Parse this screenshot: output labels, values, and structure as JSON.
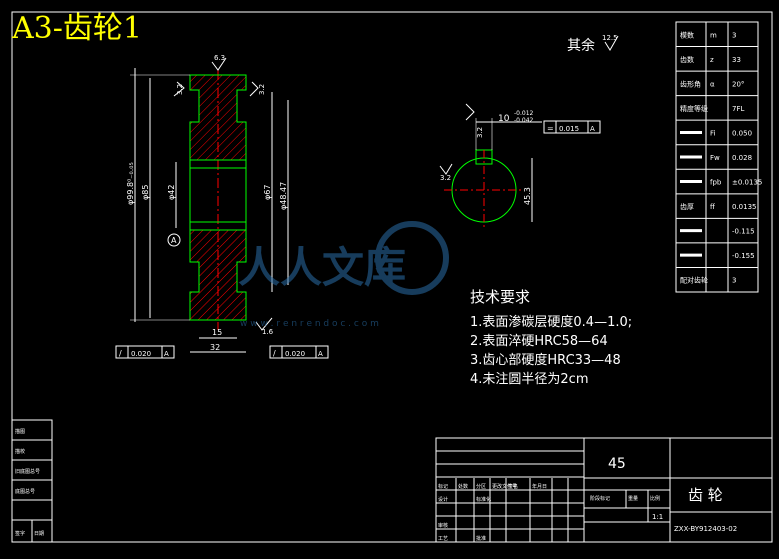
{
  "drawing": {
    "title": "A3-齿轮1",
    "surface_rest": "其余",
    "surface_rest_ra": "12.5",
    "watermark": "人人文库",
    "watermark_url": "w w w . r e n r e n d o c . c o m"
  },
  "front_view": {
    "dim_outer": "φ99.8⁰₋₀.₀₅",
    "dim_hub": "φ85",
    "dim_bore": "φ42",
    "dim_inner": "φ67",
    "dim_rim": "φ48.47",
    "dim_web": "15",
    "dim_width": "32",
    "ra_top": "6.3",
    "ra_left": "3.2",
    "ra_right": "3.2",
    "ra_bottom": "1.6",
    "datum": "A",
    "tol_left_sym": "/",
    "tol_left_val": "0.020",
    "tol_left_ref": "A",
    "tol_right_sym": "/",
    "tol_right_val": "0.020",
    "tol_right_ref": "A"
  },
  "section_view": {
    "keyway_width": "10",
    "keyway_tol_upper": "-0.012",
    "keyway_tol_lower": "-0.042",
    "keyway_depth": "45.3",
    "ra_key": "3.2",
    "ra_side": "3.2",
    "tol_sym": "=",
    "tol_val": "0.015",
    "tol_ref": "A"
  },
  "parameter_table": [
    {
      "label": "模数",
      "sym": "m",
      "value": "3"
    },
    {
      "label": "齿数",
      "sym": "z",
      "value": "33"
    },
    {
      "label": "齿形角",
      "sym": "α",
      "value": "20°"
    },
    {
      "label": "精度等级",
      "sym": "",
      "value": "7FL"
    },
    {
      "label": "",
      "sym": "Fi",
      "value": "0.050"
    },
    {
      "label": "",
      "sym": "Fw",
      "value": "0.028"
    },
    {
      "label": "",
      "sym": "fpb",
      "value": "±0.0135"
    },
    {
      "label": "齿厚",
      "sym": "ff",
      "value": "0.0135"
    },
    {
      "label": "",
      "sym": "",
      "value": "-0.115"
    },
    {
      "label": "",
      "sym": "",
      "value": "-0.155"
    },
    {
      "label": "配对齿轮",
      "sym": "",
      "value": "3"
    }
  ],
  "tech_req": {
    "heading": "技术要求",
    "items": [
      "1.表面渗碳层硬度0.4—1.0;",
      "2.表面淬硬HRC58—64",
      "3.齿心部硬度HRC33—48",
      "4.未注圆半径为2cm"
    ]
  },
  "title_block": {
    "material": "45",
    "part_name": "齿 轮",
    "drawing_no": "ZXX-BY912403-02",
    "scale": "1:1",
    "row_labels": [
      "标记",
      "处数",
      "分区",
      "更改文件号",
      "签名",
      "年月日"
    ],
    "row2_labels": [
      "设计",
      "标准化",
      "阶段标记",
      "重量",
      "比例"
    ],
    "row3_labels": [
      "审核",
      "工艺",
      "批准"
    ],
    "left_strip": [
      "描图",
      "描校",
      "旧底图总号",
      "底图总号",
      "签字",
      "日期"
    ]
  },
  "colors": {
    "frame": "#ffffff",
    "outline": "#00ff00",
    "hatch": "#ff0000",
    "title": "#ffff00",
    "watermark": "#2a6ea8"
  }
}
